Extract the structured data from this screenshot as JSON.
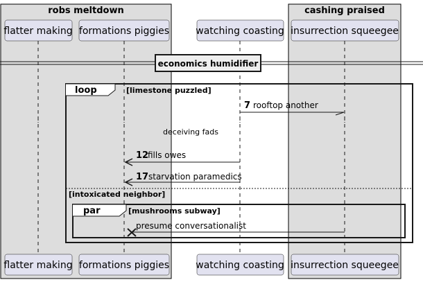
{
  "colors": {
    "box_fill": "#dddddd",
    "box_stroke": "#000000",
    "participant_fill": "#e2e2f0",
    "participant_stroke": "#181818",
    "lifeline": "#181818",
    "message": "#181818",
    "background": "#ffffff"
  },
  "boxes": [
    {
      "title": "robs meltdown"
    },
    {
      "title": "cashing praised"
    }
  ],
  "participants": [
    {
      "label": "flatter making"
    },
    {
      "label": "formations piggies"
    },
    {
      "label": "watching coasting"
    },
    {
      "label": "insurrection squeegee"
    }
  ],
  "divider": {
    "label": "economics humidifier"
  },
  "loop_frame": {
    "keyword": "loop",
    "condition": "[limestone puzzled]",
    "else_condition": "[intoxicated neighbor]"
  },
  "par_frame": {
    "keyword": "par",
    "condition": "[mushrooms subway]"
  },
  "messages": [
    {
      "number": "7",
      "text": "rooftop another",
      "from": "watching coasting",
      "to": "insurrection squeegee",
      "arrow": "half-open"
    },
    {
      "number": "12",
      "text": "fills owes",
      "from": "watching coasting",
      "to": "formations piggies",
      "arrow": "open"
    },
    {
      "number": "17",
      "text": "starvation paramedics",
      "from": "watching coasting",
      "to": "formations piggies",
      "arrow": "open"
    },
    {
      "number": "",
      "text": "presume conversationalist",
      "from": "insurrection squeegee",
      "to": "formations piggies",
      "arrow": "destroy"
    }
  ],
  "delay": {
    "text": "deceiving fads"
  }
}
